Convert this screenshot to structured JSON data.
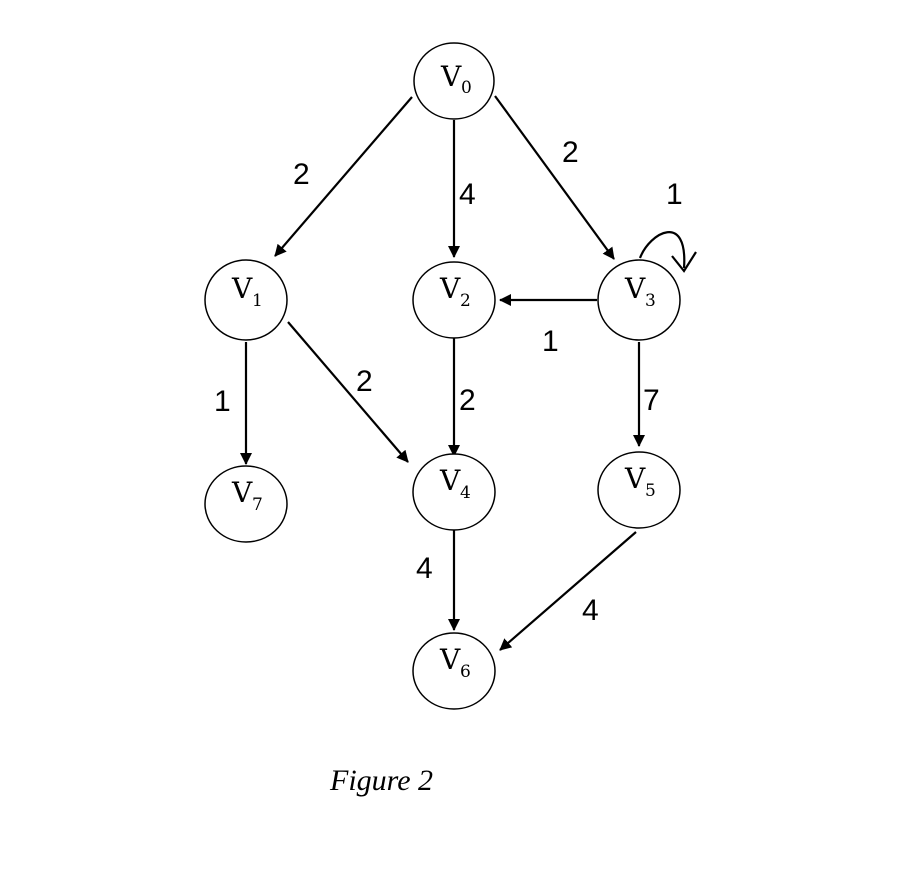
{
  "figure": {
    "caption": "Figure 2"
  },
  "nodes": [
    {
      "id": "v0",
      "label": "V",
      "sub": "0"
    },
    {
      "id": "v1",
      "label": "V",
      "sub": "1"
    },
    {
      "id": "v2",
      "label": "V",
      "sub": "2"
    },
    {
      "id": "v3",
      "label": "V",
      "sub": "3"
    },
    {
      "id": "v4",
      "label": "V",
      "sub": "4"
    },
    {
      "id": "v5",
      "label": "V",
      "sub": "5"
    },
    {
      "id": "v6",
      "label": "V",
      "sub": "6"
    },
    {
      "id": "v7",
      "label": "V",
      "sub": "7"
    }
  ],
  "edges": [
    {
      "from": "v0",
      "to": "v1",
      "weight": "2"
    },
    {
      "from": "v0",
      "to": "v2",
      "weight": "4"
    },
    {
      "from": "v0",
      "to": "v3",
      "weight": "2"
    },
    {
      "from": "v3",
      "to": "v3",
      "weight": "1"
    },
    {
      "from": "v3",
      "to": "v2",
      "weight": "1"
    },
    {
      "from": "v1",
      "to": "v7",
      "weight": "1"
    },
    {
      "from": "v1",
      "to": "v4",
      "weight": "2"
    },
    {
      "from": "v2",
      "to": "v4",
      "weight": "2"
    },
    {
      "from": "v3",
      "to": "v5",
      "weight": "7"
    },
    {
      "from": "v4",
      "to": "v6",
      "weight": "4"
    },
    {
      "from": "v5",
      "to": "v6",
      "weight": "4"
    }
  ]
}
